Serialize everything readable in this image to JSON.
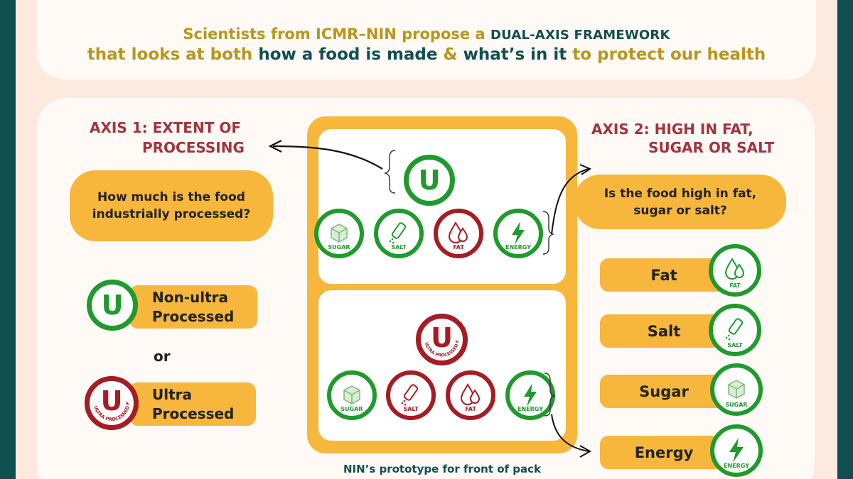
{
  "header": {
    "line1_prefix": "Scientists from ICMR–NIN propose a ",
    "line1_highlight": "DUAL-AXIS FRAMEWORK",
    "line2_part1": "that looks at both ",
    "line2_highlight1": "how a food is made",
    "line2_amp": " & ",
    "line2_highlight2": "what’s in it",
    "line2_part2": " to protect our health"
  },
  "axis1": {
    "title_line1": "AXIS 1: EXTENT OF",
    "title_line2": "PROCESSING",
    "question_line1": "How much is the food",
    "question_line2": "industrially processed?",
    "options": [
      {
        "badge_letter": "U",
        "badge_ring_text": "",
        "label_line1": "Non-ultra",
        "label_line2": "Processed"
      },
      {
        "badge_letter": "U",
        "badge_ring_text": "ULTRA PROCESSED FOOD",
        "label_line1": "Ultra",
        "label_line2": "Processed"
      }
    ],
    "or_text": "or"
  },
  "axis2": {
    "title_line1": "AXIS 2: HIGH IN FAT,",
    "title_line2": "SUGAR OR SALT",
    "question_line1": "Is the food high in fat,",
    "question_line2": "sugar or salt?",
    "items": [
      {
        "label": "Fat",
        "icon": "fat-drops-icon",
        "icon_label": "FAT"
      },
      {
        "label": "Salt",
        "icon": "salt-shaker-icon",
        "icon_label": "SALT"
      },
      {
        "label": "Sugar",
        "icon": "sugar-cube-icon",
        "icon_label": "SUGAR"
      },
      {
        "label": "Energy",
        "icon": "energy-bolt-icon",
        "icon_label": "ENERGY"
      }
    ]
  },
  "prototype": {
    "caption": "NIN’s prototype for front of pack",
    "top_panel": {
      "badge_letter": "U",
      "icons": [
        {
          "label": "SUGAR",
          "color": "green",
          "icon": "sugar-cube-icon"
        },
        {
          "label": "SALT",
          "color": "green",
          "icon": "salt-shaker-icon"
        },
        {
          "label": "FAT",
          "color": "red",
          "icon": "fat-drops-icon"
        },
        {
          "label": "ENERGY",
          "color": "green",
          "icon": "energy-bolt-icon"
        }
      ]
    },
    "bottom_panel": {
      "badge_letter": "U",
      "badge_ring_text": "ULTRA PROCESSED FOOD",
      "icons": [
        {
          "label": "SUGAR",
          "color": "green",
          "icon": "sugar-cube-icon"
        },
        {
          "label": "SALT",
          "color": "red",
          "icon": "salt-shaker-icon"
        },
        {
          "label": "FAT",
          "color": "red",
          "icon": "fat-drops-icon"
        },
        {
          "label": "ENERGY",
          "color": "green",
          "icon": "energy-bolt-icon"
        }
      ]
    }
  },
  "colors": {
    "teal": "#0f4f4f",
    "gold_text": "#b7961b",
    "axis_red": "#a3333d",
    "pill_orange": "#f6b73c",
    "badge_green": "#1f9a2d",
    "badge_red": "#a51c24",
    "background_peach": "#fde9de"
  }
}
